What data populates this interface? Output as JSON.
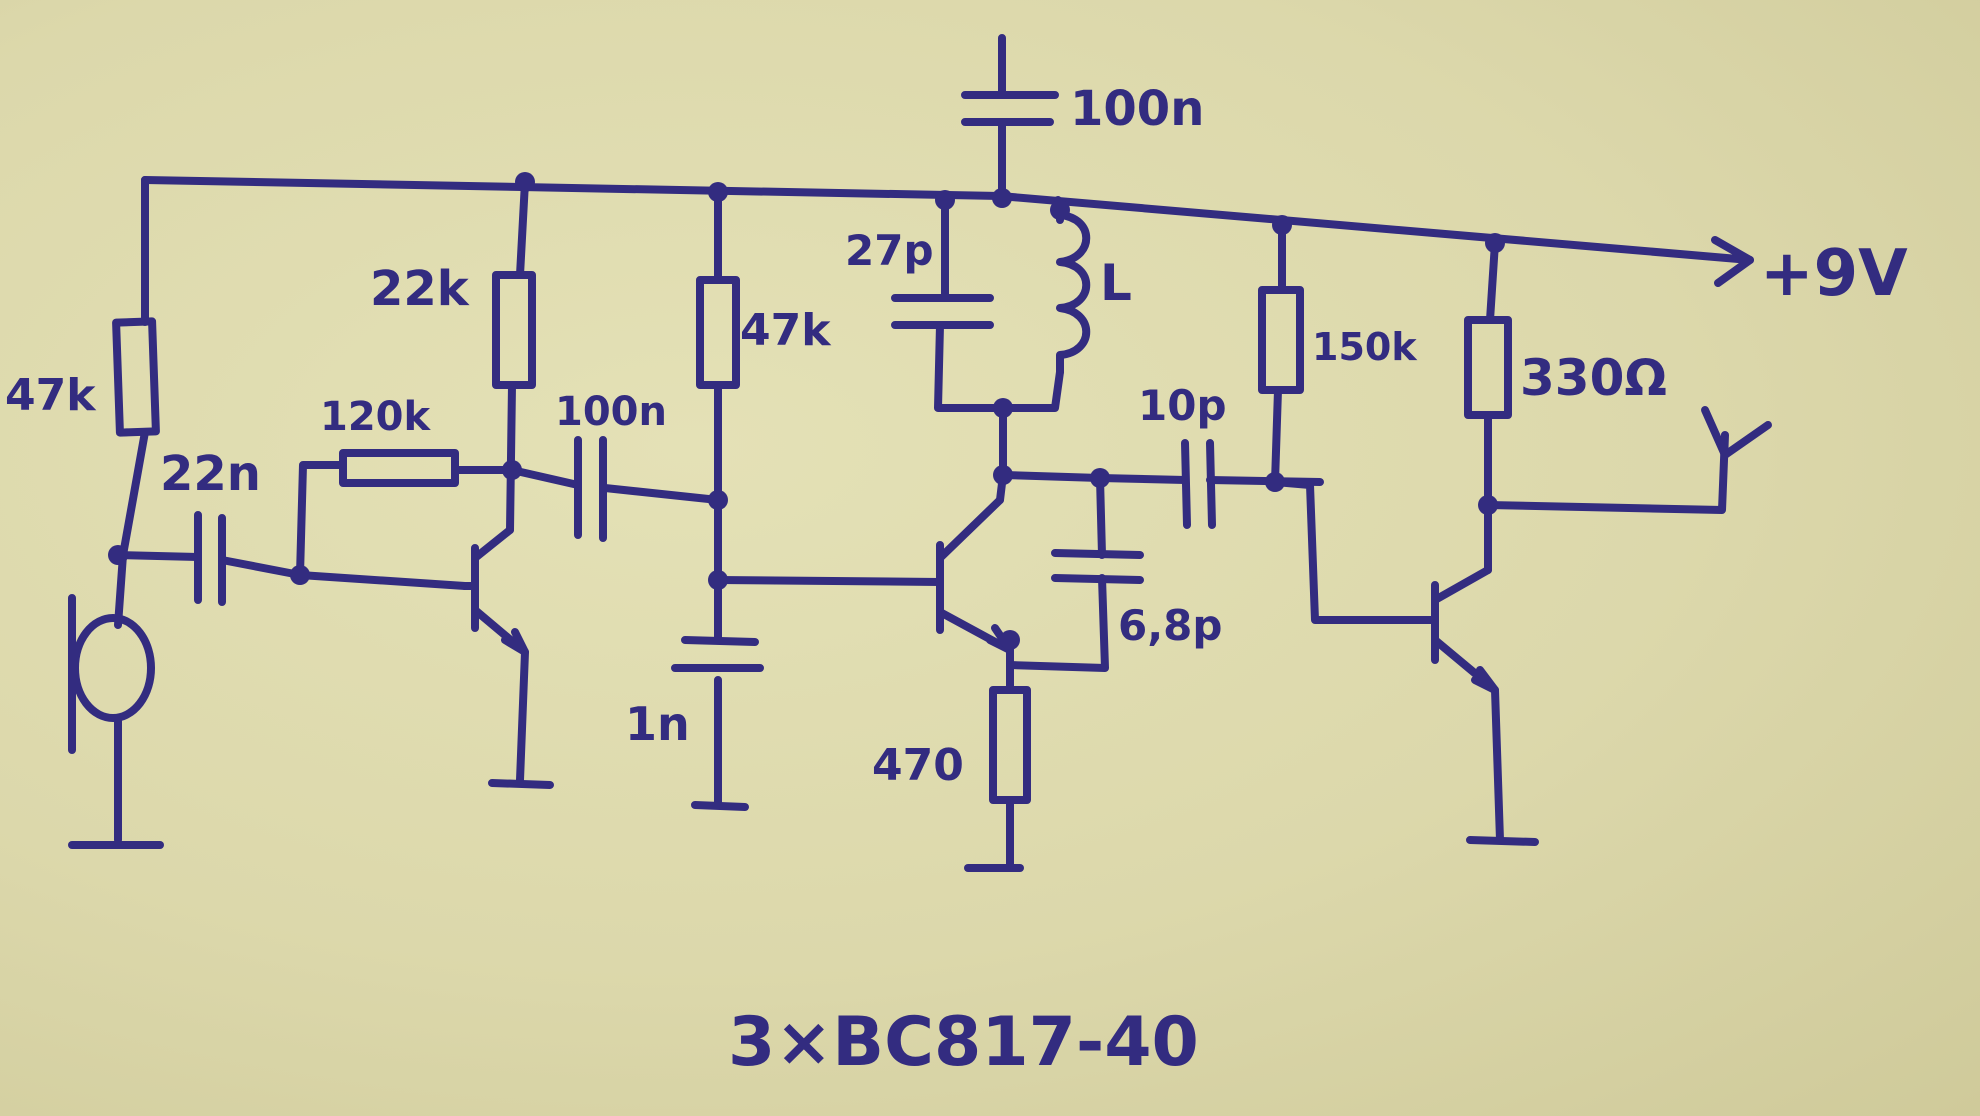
{
  "labels": {
    "r_mic_bias": "47k",
    "c_input": "22n",
    "r_feedback": "120k",
    "r_collector1": "22k",
    "c_coupling": "100n",
    "r_base2": "47k",
    "c_base2": "1n",
    "c_supply": "100n",
    "c_tank": "27p",
    "inductor": "L",
    "c_output": "10p",
    "c_feedback2": "6,8p",
    "r_emitter2": "470",
    "r_base3": "150k",
    "r_collector3": "330Ω",
    "supply": "+9V",
    "transistors": "3×BC817-40"
  },
  "colors": {
    "ink": "#332c80",
    "paper": "#dedbb0"
  },
  "icons": {
    "microphone": "microphone-icon",
    "antenna": "antenna-icon",
    "ground": "ground-icon"
  }
}
